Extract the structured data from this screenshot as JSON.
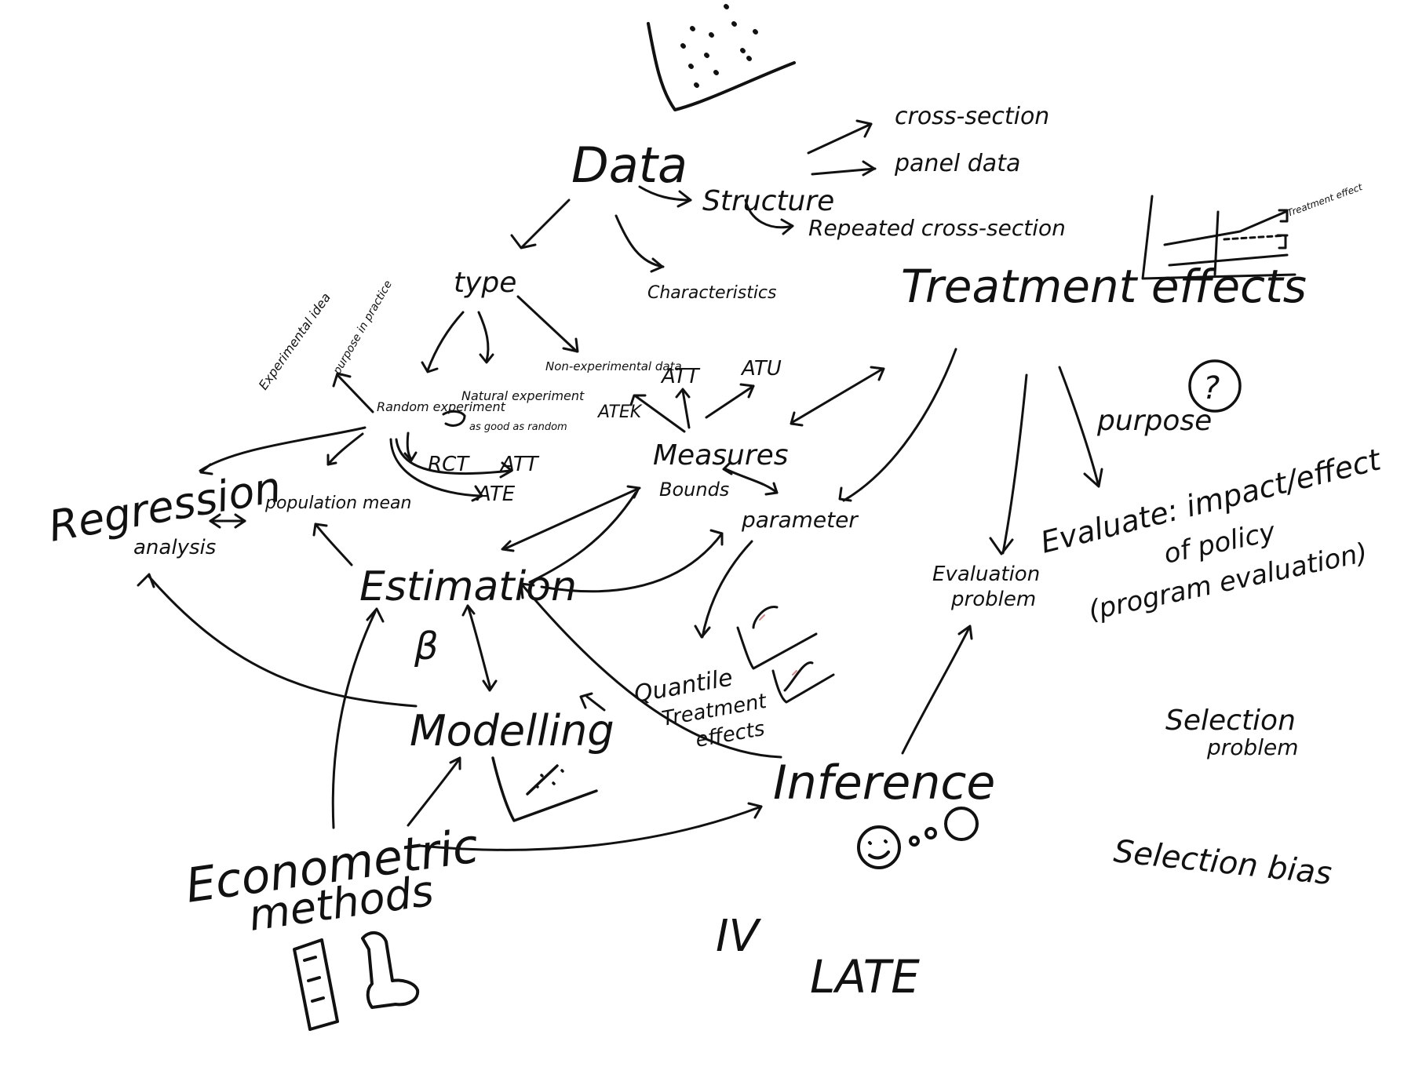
{
  "canvas": {
    "background": "#ffffff",
    "ink": "#111111",
    "accent": "#d08a8a"
  },
  "nodes": {
    "data": "Data",
    "structure": "Structure",
    "cross_section": "cross-section",
    "panel_data": "panel data",
    "repeated_cross_section": "Repeated cross-section",
    "type": "type",
    "characteristics": "Characteristics",
    "treatment_effects": "Treatment effects",
    "experimental_idea": "Experimental idea",
    "purpose_in_practice": "purpose in practice",
    "random_experiment": "Random experiment",
    "natural_experiment": "Natural experiment",
    "non_experimental_data": "Non-experimental data",
    "rct": "RCT",
    "as_good_as_random": "as good as random",
    "att_small": "ATT",
    "ate_small": "ATE",
    "atek": "ATEK",
    "att": "ATT",
    "atu": "ATU",
    "measures": "Measures",
    "bounds": "Bounds",
    "purpose": "purpose",
    "question_mark": "?",
    "evaluate_line1": "Evaluate: impact/effect",
    "evaluate_line2": "of policy",
    "evaluate_line3": "(program evaluation)",
    "regression_line1": "Regression",
    "regression_line2": "analysis",
    "population_mean": "population mean",
    "parameter": "parameter",
    "estimation": "Estimation",
    "beta": "β",
    "evaluation_problem_line1": "Evaluation",
    "evaluation_problem_line2": "problem",
    "quantile_line1": "Quantile",
    "quantile_line2": "Treatment",
    "quantile_line3": "effects",
    "modelling": "Modelling",
    "inference": "Inference",
    "econometric_line1": "Econometric",
    "econometric_line2": "methods",
    "selection_problem_line1": "Selection",
    "selection_problem_line2": "problem",
    "selection_bias": "Selection bias",
    "iv": "IV",
    "late": "LATE",
    "treatment_sketch_label": "Treatment effect"
  },
  "icons": [
    "scatter-plot-sketch-icon",
    "treatment-effect-graph-icon",
    "quantile-curves-icon",
    "modelling-plot-icon",
    "thinking-face-icon",
    "ruler-icon",
    "tool-icon"
  ]
}
